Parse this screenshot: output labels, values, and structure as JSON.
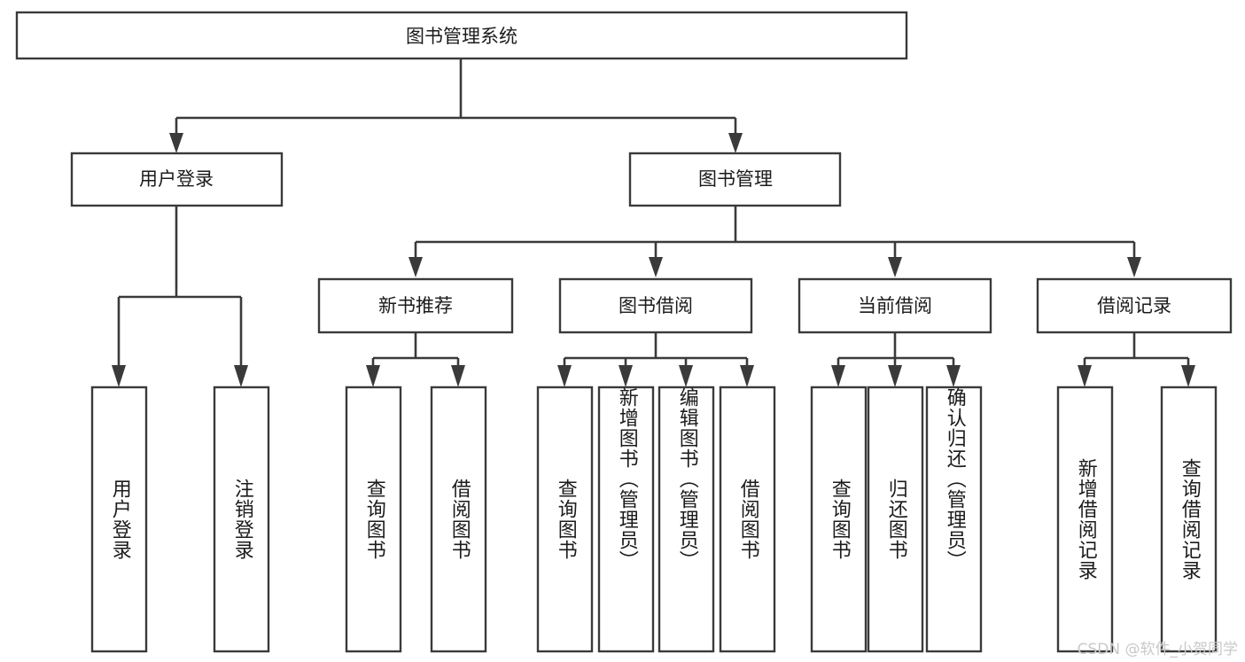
{
  "diagram": {
    "title": "图书管理系统",
    "watermark": "CSDN @软件_小贺同学",
    "colors": {
      "stroke": "#3a3a3a",
      "fill": "#ffffff",
      "text": "#1b1b1b",
      "watermark": "#c9c9c9"
    },
    "root": {
      "label": "图书管理系统"
    },
    "level2": [
      {
        "label": "用户登录"
      },
      {
        "label": "图书管理"
      }
    ],
    "level3": [
      {
        "label": "新书推荐"
      },
      {
        "label": "图书借阅"
      },
      {
        "label": "当前借阅"
      },
      {
        "label": "借阅记录"
      }
    ],
    "leaves": [
      {
        "label": "用户登录",
        "parent": "用户登录"
      },
      {
        "label": "注销登录",
        "parent": "用户登录"
      },
      {
        "label": "查询图书",
        "parent": "新书推荐"
      },
      {
        "label": "借阅图书",
        "parent": "新书推荐"
      },
      {
        "label": "查询图书",
        "parent": "图书借阅"
      },
      {
        "label": "新增图书（管理员）",
        "parent": "图书借阅"
      },
      {
        "label": "编辑图书（管理员）",
        "parent": "图书借阅"
      },
      {
        "label": "借阅图书",
        "parent": "图书借阅"
      },
      {
        "label": "查询图书",
        "parent": "当前借阅"
      },
      {
        "label": "归还图书",
        "parent": "当前借阅"
      },
      {
        "label": "确认归还（管理员）",
        "parent": "当前借阅"
      },
      {
        "label": "新增借阅记录",
        "parent": "借阅记录"
      },
      {
        "label": "查询借阅记录",
        "parent": "借阅记录"
      }
    ]
  }
}
